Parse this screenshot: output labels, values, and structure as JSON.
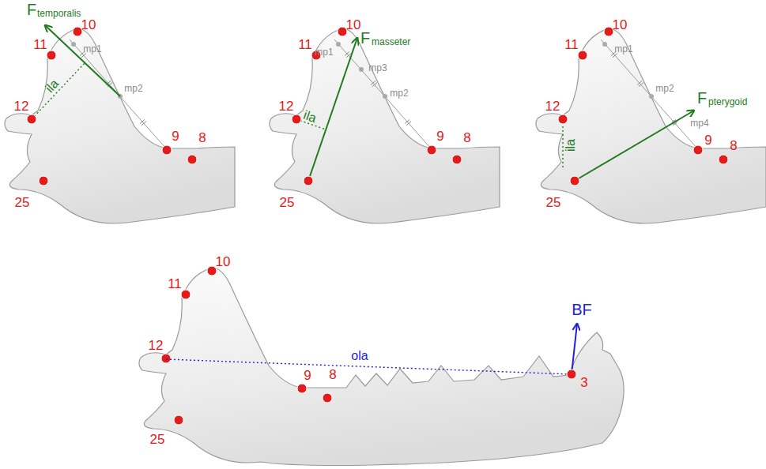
{
  "diagram": {
    "labels": [
      "10",
      "11",
      "mp1",
      "mp2",
      "12",
      "ila",
      "9",
      "8",
      "25",
      "F",
      "temporalis",
      "10",
      "11",
      "mp1",
      "mp3",
      "mp2",
      "12",
      "ila",
      "9",
      "8",
      "25",
      "F",
      "masseter",
      "10",
      "11",
      "mp1",
      "mp2",
      "mp4",
      "12",
      "ila",
      "9",
      "8",
      "25",
      "F",
      "pterygoid",
      "BF",
      "10",
      "11",
      "12",
      "ola",
      "9",
      "8",
      "3",
      "25"
    ]
  }
}
